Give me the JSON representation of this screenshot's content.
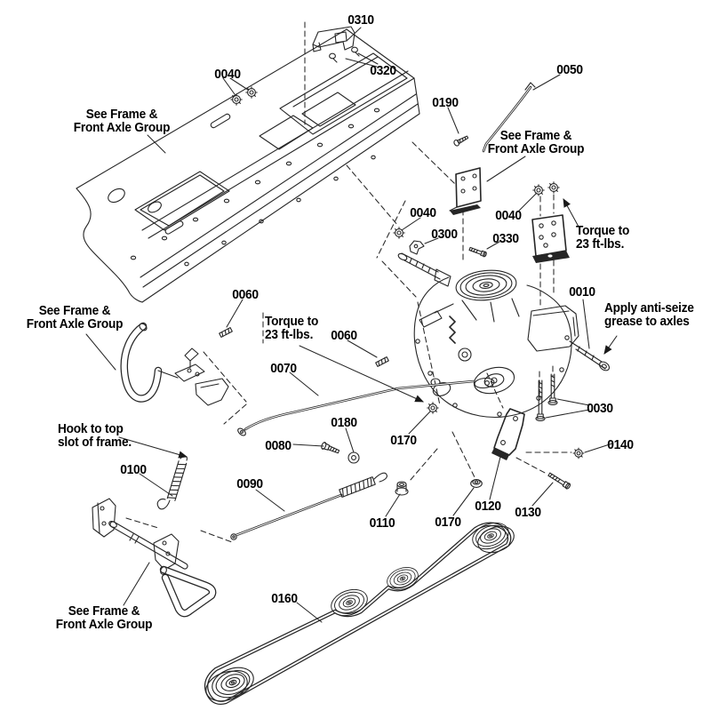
{
  "page": {
    "background": "#ffffff",
    "ink": "#262626",
    "text_color": "#000000"
  },
  "callouts": [
    {
      "label": "0310"
    },
    {
      "label": "0320"
    },
    {
      "label": "0040"
    },
    {
      "label": "0050"
    },
    {
      "label": "0190"
    },
    {
      "label": "0040"
    },
    {
      "label": "0300"
    },
    {
      "label": "0040"
    },
    {
      "label": "0330"
    },
    {
      "label": "0010"
    },
    {
      "label": "0060"
    },
    {
      "label": "0060"
    },
    {
      "label": "0070"
    },
    {
      "label": "0180"
    },
    {
      "label": "0080"
    },
    {
      "label": "0170"
    },
    {
      "label": "0100"
    },
    {
      "label": "0090"
    },
    {
      "label": "0110"
    },
    {
      "label": "0170"
    },
    {
      "label": "0120"
    },
    {
      "label": "0130"
    },
    {
      "label": "0140"
    },
    {
      "label": "0030"
    },
    {
      "label": "0160"
    }
  ],
  "notes": [
    {
      "line1": "See Frame &",
      "line2": "Front Axle Group"
    },
    {
      "line1": "See Frame &",
      "line2": "Front Axle Group"
    },
    {
      "line1": "Torque to",
      "line2": "23 ft-lbs."
    },
    {
      "line1": "Apply anti-seize",
      "line2": "grease to axles"
    },
    {
      "line1": "See Frame &",
      "line2": "Front Axle Group"
    },
    {
      "line1": "Torque to",
      "line2": "23 ft-lbs."
    },
    {
      "line1": "Hook to top",
      "line2": "slot of frame."
    },
    {
      "line1": "See Frame &",
      "line2": "Front Axle Group"
    }
  ]
}
